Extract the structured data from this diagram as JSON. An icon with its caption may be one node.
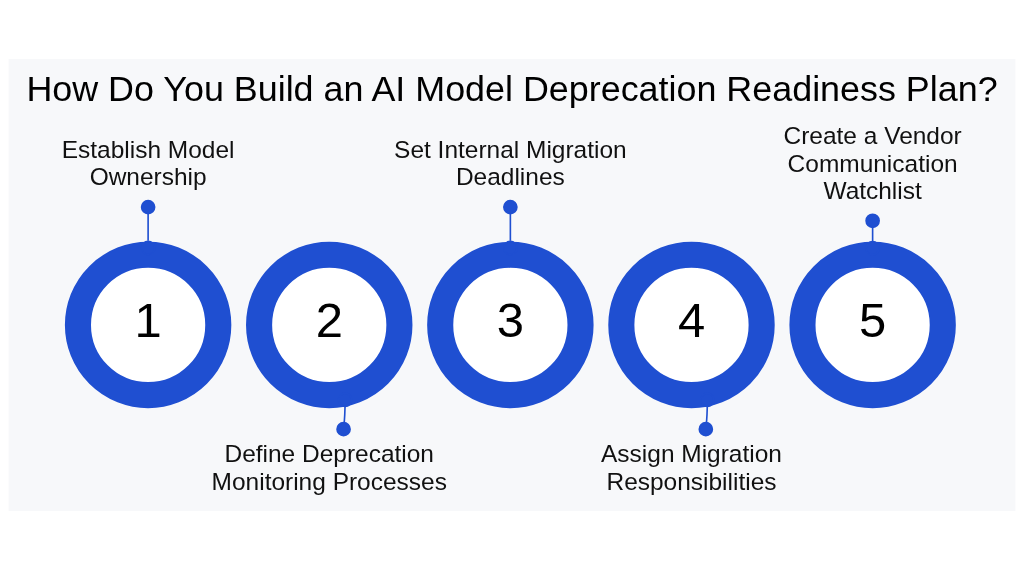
{
  "diagram": {
    "title": "How Do You Build an AI Model Deprecation Readiness Plan?",
    "nodes": [
      {
        "text": [
          "Establish Model Ownership"
        ]
      },
      {
        "text": [
          "1"
        ]
      },
      {
        "text": [
          "Define Deprecation Monitoring Processes"
        ]
      },
      {
        "text": [
          "2"
        ]
      },
      {
        "text": [
          "Set Internal Migration Deadlines"
        ]
      },
      {
        "text": [
          "3"
        ]
      },
      {
        "text": [
          "Assign Migration Responsibilities"
        ]
      },
      {
        "text": [
          "4"
        ]
      },
      {
        "text": [
          "Create a Vendor Communication Watchlist"
        ]
      },
      {
        "text": [
          "5"
        ]
      }
    ],
    "edges": [
      {
        "from": 0,
        "to": 1,
        "arrow": "other"
      },
      {
        "from": 2,
        "to": 3,
        "arrow": "other"
      },
      {
        "from": 4,
        "to": 5,
        "arrow": "other"
      },
      {
        "from": 6,
        "to": 7,
        "arrow": "other"
      },
      {
        "from": 8,
        "to": 9,
        "arrow": "other"
      }
    ]
  }
}
